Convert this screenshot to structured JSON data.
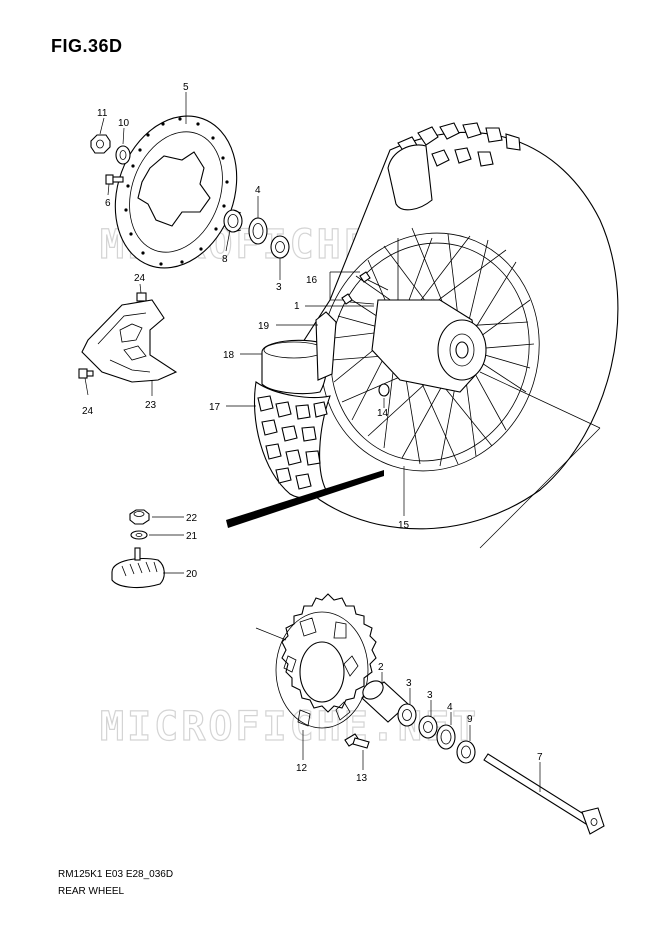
{
  "figure": {
    "title": "FIG.36D",
    "code": "RM125K1 E03 E28_036D",
    "caption": "REAR WHEEL",
    "watermark": "MICROFICHE.NET"
  },
  "callouts": [
    "1",
    "2",
    "3",
    "3",
    "3",
    "4",
    "4",
    "5",
    "6",
    "7",
    "8",
    "9",
    "10",
    "11",
    "12",
    "13",
    "14",
    "15",
    "16",
    "17",
    "18",
    "19",
    "20",
    "21",
    "22",
    "23",
    "24",
    "24"
  ],
  "colors": {
    "line": "#000000",
    "watermark": "#d4d4d4",
    "background": "#ffffff"
  }
}
